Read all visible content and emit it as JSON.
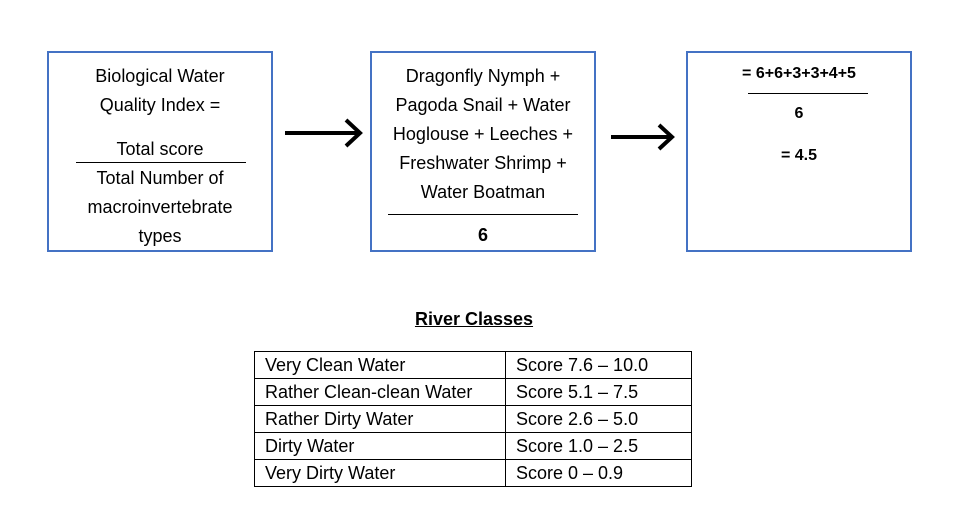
{
  "box1": {
    "title_line1": "Biological Water",
    "title_line2": "Quality Index =",
    "numerator": "Total score",
    "denominator_line1": "Total Number of",
    "denominator_line2": "macroinvertebrate",
    "denominator_line3": "types"
  },
  "box2": {
    "line1": "Dragonfly Nymph +",
    "line2": "Pagoda Snail + Water",
    "line3": "Hoglouse + Leeches +",
    "line4": "Freshwater Shrimp +",
    "line5": "Water Boatman",
    "denominator": "6"
  },
  "box3": {
    "numerator": "= 6+6+3+3+4+5",
    "denominator": "6",
    "result": "= 4.5"
  },
  "river_classes": {
    "title": "River Classes",
    "rows": [
      {
        "label": "Very Clean Water",
        "score": "Score 7.6 – 10.0"
      },
      {
        "label": "Rather Clean-clean Water",
        "score": "Score 5.1 – 7.5"
      },
      {
        "label": "Rather Dirty Water",
        "score": "Score 2.6 – 5.0"
      },
      {
        "label": "Dirty Water",
        "score": "Score 1.0 – 2.5"
      },
      {
        "label": "Very Dirty Water",
        "score": "Score 0 – 0.9"
      }
    ]
  }
}
